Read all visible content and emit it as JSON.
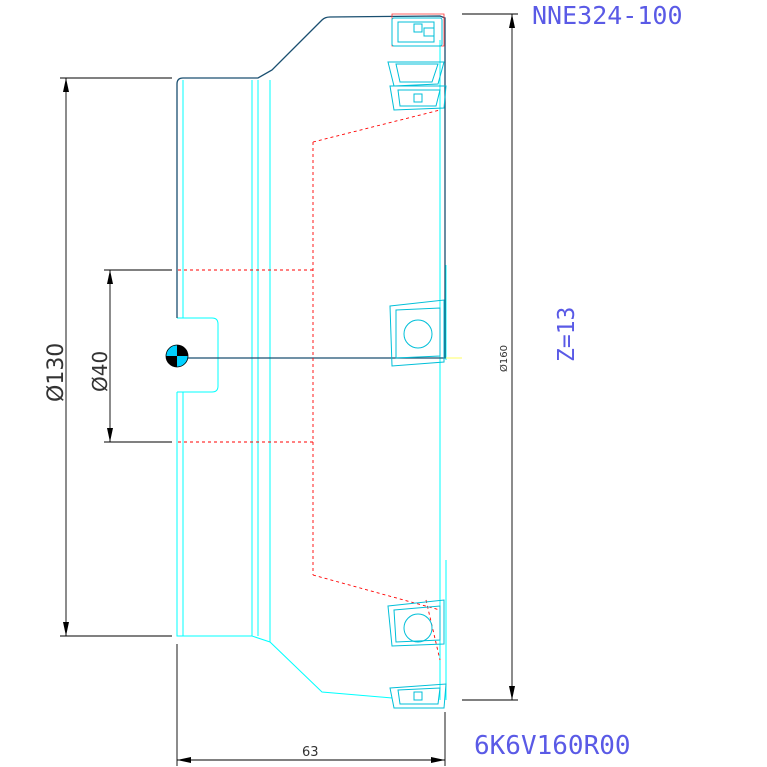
{
  "labels": {
    "part_number": "NNE324-100",
    "teeth": "Z=13",
    "model_code": "6K6V160R00",
    "dim_bore_outer": "Ø130",
    "dim_bore_inner": "Ø40",
    "dim_diameter": "Ø160",
    "dim_width": "63"
  },
  "colors": {
    "body_outline": "#00ffff",
    "profile": "#1a4f70",
    "hidden_lines": "#ff0000",
    "dimensions": "#000000",
    "label_text": "#5a5ae6",
    "dim_text": "#333333"
  }
}
